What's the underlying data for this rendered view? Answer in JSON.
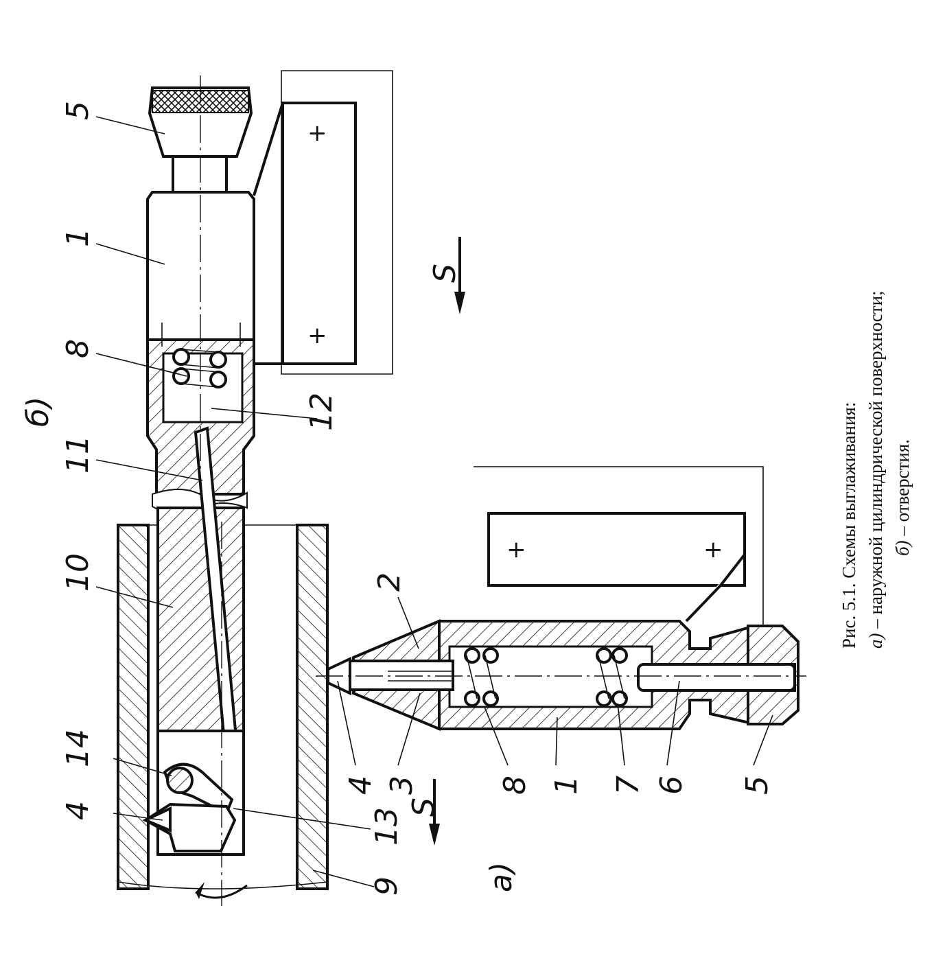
{
  "labels": {
    "b_view": "б)",
    "a_view": "а)",
    "feed": "S",
    "n1": "1",
    "n2": "2",
    "n3": "3",
    "n4": "4",
    "n5": "5",
    "n6": "6",
    "n7": "7",
    "n8": "8",
    "n9": "9",
    "n10": "10",
    "n11": "11",
    "n12": "12",
    "n13": "13",
    "n14": "14"
  },
  "caption": {
    "line1": "Рис. 5.1. Схемы выглаживания:",
    "line2_prefix": "а)",
    "line2_text": " – наружной цилиндрической поверхности;",
    "line3_prefix": "б)",
    "line3_text": " – отверстия."
  }
}
